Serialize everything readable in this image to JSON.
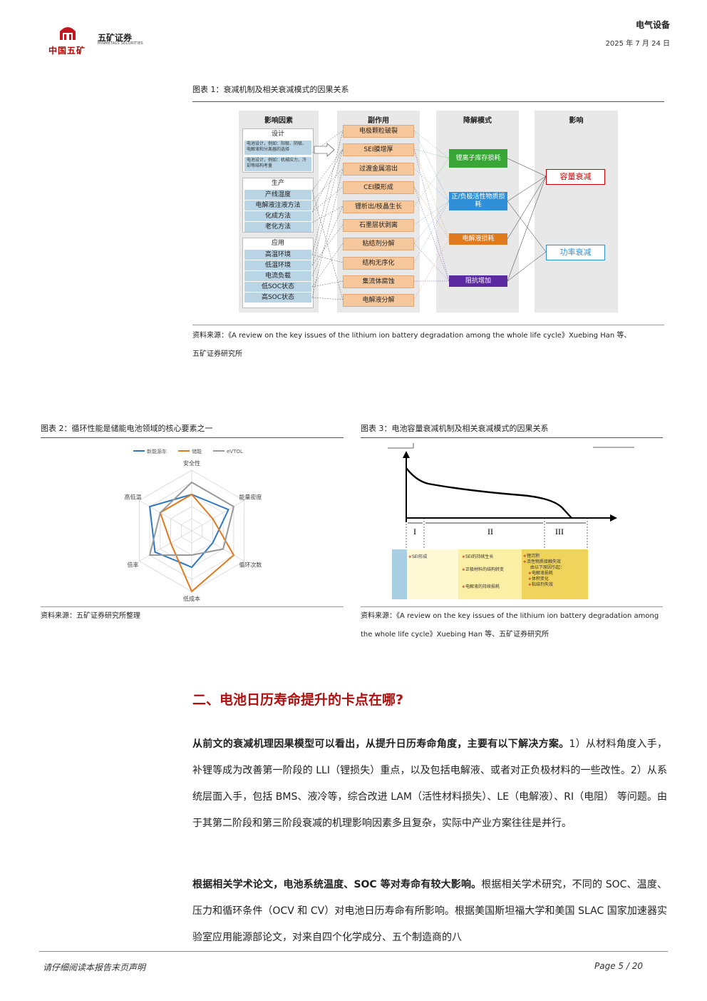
{
  "header": {
    "logo_cn": "中国五矿",
    "logo_sub": "五矿证券",
    "logo_en": "MINMETALS SECURITIES",
    "sector": "电气设备",
    "date": "2025 年 7 月 24 日"
  },
  "fig1": {
    "title": "图表 1：衰减机制及相关衰减模式的因果关系",
    "col_heads": [
      "影响因素",
      "副作用",
      "降解模式",
      "影响"
    ],
    "groups": [
      {
        "title": "设计",
        "items": [
          "电池设计，例如：阳极、阴极、电解液和分离器的选择",
          "电池设计，例如：机械应力，冷却等结构考量"
        ]
      },
      {
        "title": "生产",
        "items": [
          "产线湿度",
          "电解液注液方法",
          "化成方法",
          "老化方法"
        ]
      },
      {
        "title": "应用",
        "items": [
          "高温环境",
          "低温环境",
          "电流负载",
          "低SOC状态",
          "高SOC状态"
        ]
      }
    ],
    "side_effects": [
      "电极颗粒破裂",
      "SEI膜增厚",
      "过渡金属溶出",
      "CEI膜形成",
      "锂析出/枝晶生长",
      "石墨层状剥离",
      "粘结剂分解",
      "结构无序化",
      "集流体腐蚀",
      "电解液分解"
    ],
    "modes": [
      {
        "label": "锂离子库存损耗",
        "color": "#3aa537"
      },
      {
        "label": "正/负极活性物质损耗",
        "color": "#2f8fd8"
      },
      {
        "label": "电解液损耗",
        "color": "#e07a1e"
      },
      {
        "label": "阻抗增加",
        "color": "#5b2aa0"
      }
    ],
    "impacts": [
      "容量衰减",
      "功率衰减"
    ],
    "source": "资料来源：《A review on the key issues of the lithium ion battery degradation among the whole life cycle》Xuebing Han  等、",
    "source2": "五矿证券研究所"
  },
  "fig2": {
    "title": "图表 2：循环性能是储能电池领域的核心要素之一",
    "source": "资料来源：五矿证券研究所整理",
    "chart_data": {
      "type": "radar",
      "axes": [
        "安全性",
        "能量密度",
        "循环次数",
        "低成本",
        "倍率",
        "高低温"
      ],
      "range": [
        0,
        5
      ],
      "series": [
        {
          "name": "新能源车",
          "color": "#2e78c2",
          "values": [
            3.0,
            3.5,
            2.0,
            3.0,
            3.5,
            4.0
          ]
        },
        {
          "name": "储能",
          "color": "#e07a1e",
          "values": [
            3.0,
            2.0,
            4.0,
            5.0,
            2.0,
            3.0
          ]
        },
        {
          "name": "eVTOL",
          "color": "#999999",
          "values": [
            4.0,
            4.0,
            3.0,
            2.0,
            4.0,
            3.0
          ]
        }
      ]
    }
  },
  "fig3": {
    "title": "图表 3：电池容量衰减机制及相关衰减模式的因果关系",
    "stages": [
      "I",
      "II",
      "III"
    ],
    "stage1": [
      "SEI形成"
    ],
    "stage2": [
      "SEI的持续生长",
      "正极材料的结构转变",
      "电解液的持续损耗"
    ],
    "stage3": [
      "锂沉积",
      "活性物质接触失效",
      "由以下原因引起：",
      "电解液损耗",
      "体积变化",
      "粘结剂失效"
    ],
    "source": "资料来源：《A review on the key issues of the lithium ion battery degradation among",
    "source2": "the whole life cycle》Xuebing Han  等、五矿证券研究所"
  },
  "section": {
    "heading": "二、电池日历寿命提升的卡点在哪?",
    "p1_bold": "从前文的衰减机理因果模型可以看出，从提升日历寿命角度，主要有以下解决方案。",
    "p1_text": "1）从材料角度入手，补锂等成为改善第一阶段的 LLI（锂损失）重点，以及包括电解液、或者对正负极材料的一些改性。2）从系统层面入手，包括 BMS、液冷等，综合改进 LAM（活性材料损失）、LE（电解液）、RI（电阻）  等问题。由于其第二阶段和第三阶段衰减的机理影响因素多且复杂，实际中产业方案往往是并行。",
    "p2_bold": "根据相关学术论文，电池系统温度、SOC 等对寿命有较大影响。",
    "p2_text": "根据相关学术研究，不同的 SOC、温度、压力和循环条件（OCV 和 CV）对电池日历寿命有所影响。根据美国斯坦福大学和美国 SLAC 国家加速器实验室应用能源部论文，对来自四个化学成分、五个制造商的八"
  },
  "footer": {
    "left": "请仔细阅读本报告末页声明",
    "right": "Page   5 / 20"
  }
}
